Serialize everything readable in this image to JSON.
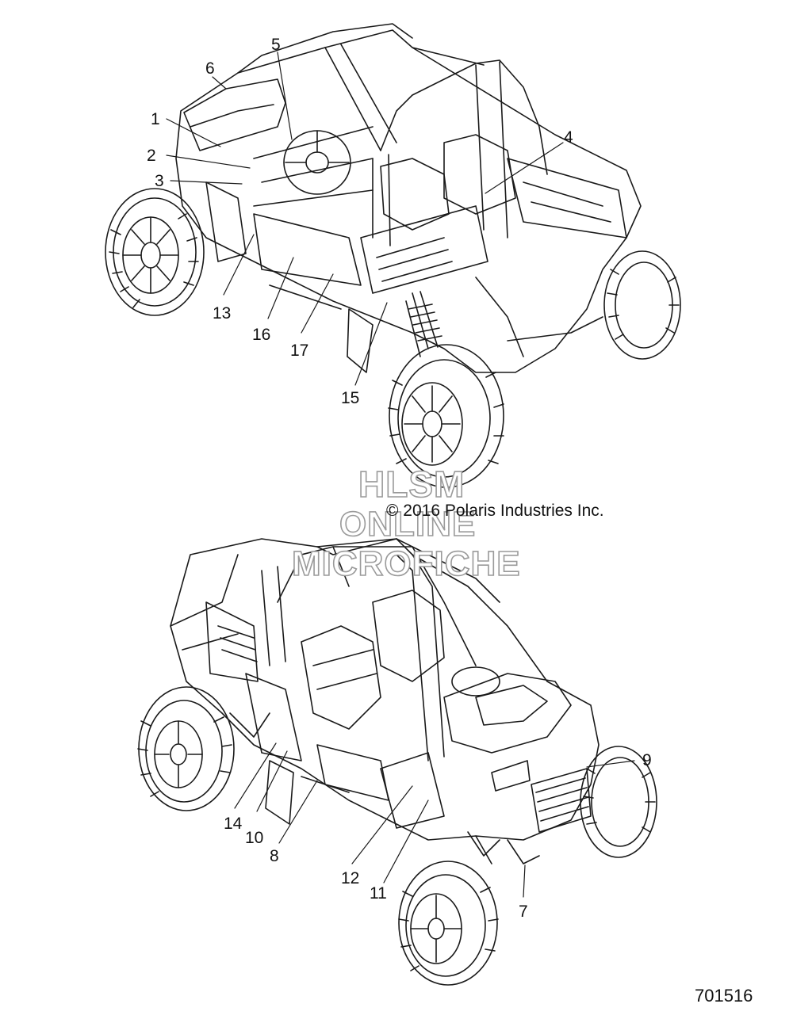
{
  "callouts_top": [
    "1",
    "2",
    "3",
    "4",
    "5",
    "6",
    "13",
    "15",
    "16",
    "17"
  ],
  "callouts_bottom": [
    "7",
    "8",
    "9",
    "10",
    "11",
    "12",
    "14"
  ],
  "watermark": {
    "line1": "HLSM",
    "line2": "ONLINE",
    "line3": "MICROFICHE"
  },
  "copyright": "© 2016 Polaris Industries Inc.",
  "drawing_number": "701516"
}
